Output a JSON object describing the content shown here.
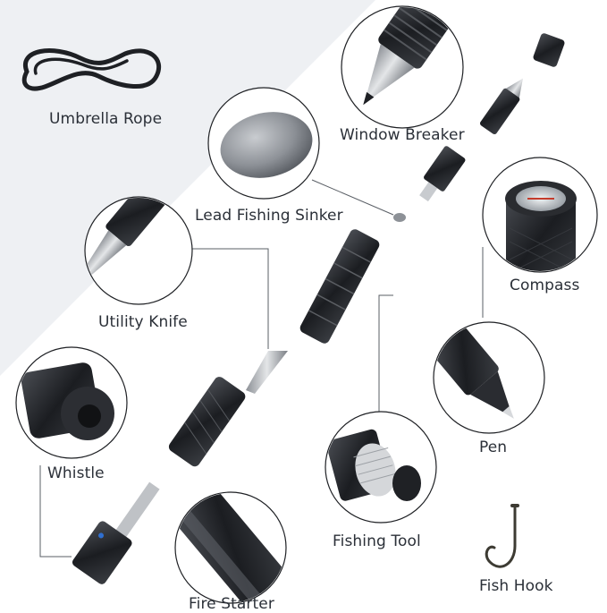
{
  "labels": {
    "umbrella_rope": "Umbrella Rope",
    "window_breaker": "Window Breaker",
    "lead_fishing_sinker": "Lead Fishing Sinker",
    "compass": "Compass",
    "utility_knife": "Utility Knife",
    "pen": "Pen",
    "whistle": "Whistle",
    "fishing_tool": "Fishing Tool",
    "fish_hook": "Fish Hook",
    "fire_starter": "Fire Starter"
  },
  "colors": {
    "background": "#ffffff",
    "shade": "#eef0f3",
    "leader_line": "#5a5f66",
    "metal_dark": "#202226",
    "text": "#2b3038",
    "accent_blue": "#2f6fd0"
  }
}
